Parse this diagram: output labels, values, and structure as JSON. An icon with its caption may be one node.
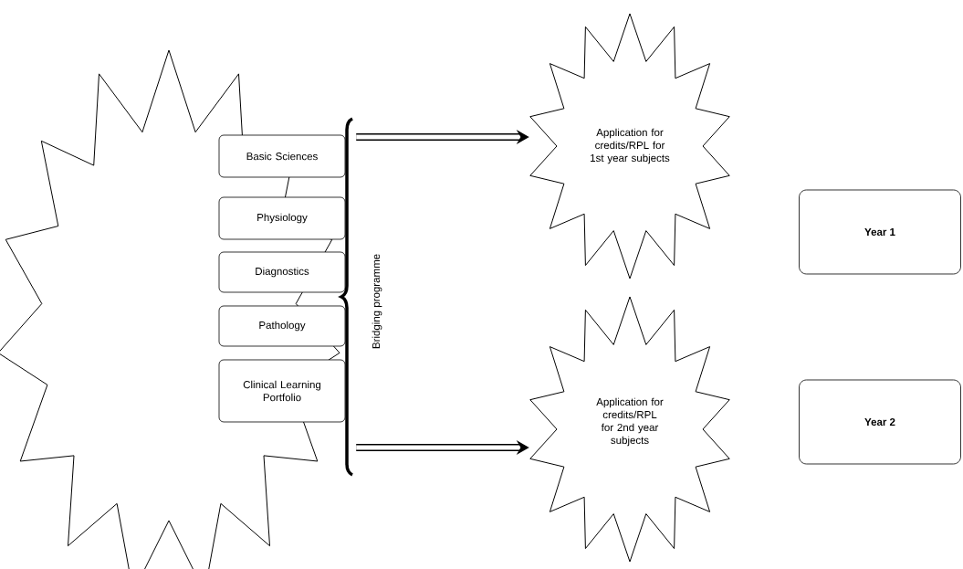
{
  "diagram": {
    "nodes": [
      {
        "text": [],
        "shape": "star"
      },
      {
        "text": [
          "Basic Sciences"
        ],
        "in": 0
      },
      {
        "text": [
          "Physiology"
        ],
        "in": 0
      },
      {
        "text": [
          "Diagnostics"
        ],
        "in": 0
      },
      {
        "text": [
          "Pathology"
        ],
        "in": 0
      },
      {
        "text": [
          "Clinical Learning Portfolio"
        ],
        "in": 0
      },
      {
        "text": [
          "Application for credits/RPL for 1st year subjects"
        ]
      },
      {
        "text": [
          "Year 1"
        ]
      },
      {
        "text": [
          "Application for credits/RPL for 2nd year subjects"
        ]
      },
      {
        "text": [
          "Year 2"
        ]
      }
    ],
    "edges": [
      {
        "from": 0,
        "to": 6,
        "arrow": "to"
      },
      {
        "from": 0,
        "to": 8,
        "arrow": "to"
      }
    ],
    "labels": [
      "Bridging programme"
    ]
  }
}
